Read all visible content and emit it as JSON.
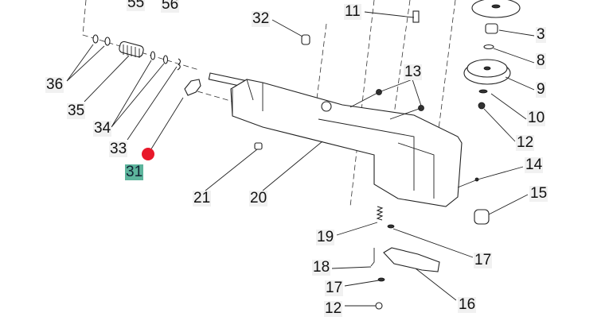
{
  "labels": {
    "p55": "55",
    "p56": "56",
    "p36": "36",
    "p35": "35",
    "p34": "34",
    "p33": "33",
    "p31": "31",
    "p32": "32",
    "p11": "11",
    "p13": "13",
    "p3": "3",
    "p8": "8",
    "p9": "9",
    "p10": "10",
    "p12a": "12",
    "p14": "14",
    "p15": "15",
    "p21": "21",
    "p20": "20",
    "p19": "19",
    "p17a": "17",
    "p18": "18",
    "p17b": "17",
    "p16": "16",
    "p12b": "12"
  },
  "colors": {
    "highlight": "#5db49c",
    "marker": "#e8182a"
  }
}
